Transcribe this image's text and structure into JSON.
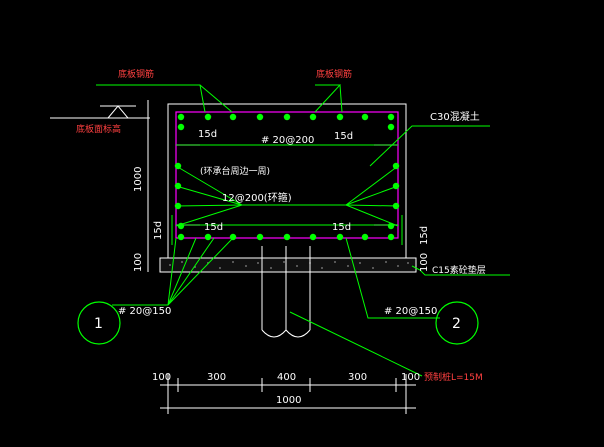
{
  "labels": {
    "bottom_rebar_left": "底板钢筋",
    "bottom_rebar_right": "底板钢筋",
    "floor_elevation": "底板面标高",
    "concrete": "C30混凝土",
    "top_rebar_spec": "# 20@200",
    "lap_top_left": "15d",
    "lap_top_right": "15d",
    "lap_bottom_left": "15d",
    "lap_bottom_right": "15d",
    "stirrup_note": "(环承台周边一周)",
    "stirrup_spec": "12@200(环箍)",
    "height_dim": "1000",
    "side_lap_left": "15d",
    "side_lap_right": "15d",
    "cushion_dim_left": "100",
    "cushion_dim_right": "100",
    "cushion_layer": "C15素砼垫层",
    "bottom_rebar_spec_left": "# 20@150",
    "bottom_rebar_spec_right": "# 20@150",
    "callout_1": "1",
    "callout_2": "2",
    "pile_note": "预制桩L=15M",
    "dims": [
      "100",
      "300",
      "400",
      "300",
      "100"
    ],
    "total_dim": "1000"
  },
  "colors": {
    "background": "#000000",
    "rebar_leader": "#00ff00",
    "stirrup": "#ff00ff",
    "outline": "#ffffff",
    "text": "#ffffff",
    "warn_text": "#ffff00",
    "dot": "#00ff00"
  }
}
